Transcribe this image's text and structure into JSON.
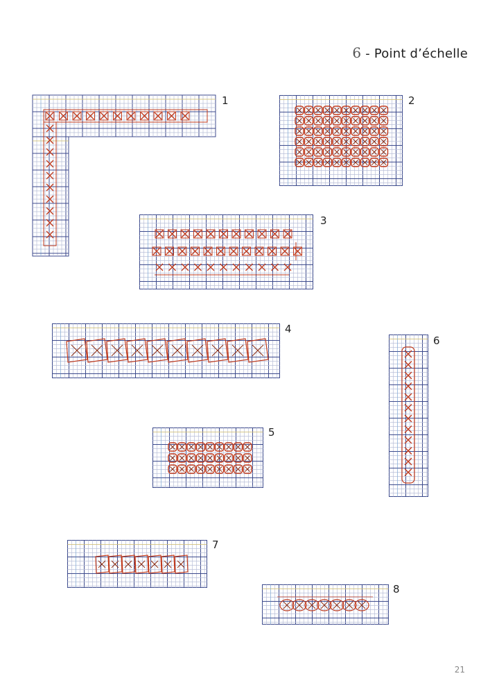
{
  "page": {
    "title_number": "6",
    "title_text": " - Point d’échelle",
    "page_number": "21",
    "colors": {
      "stitch": "#c0391b",
      "stitch_dark": "#8a2a10",
      "grid": "#3c4a8c",
      "grid_light": "#b9bfd8",
      "accent_yellow": "#e2c23a",
      "accent_blue": "#5aa3d8"
    }
  },
  "figures": [
    {
      "id": 1,
      "label": "1"
    },
    {
      "id": 2,
      "label": "2"
    },
    {
      "id": 3,
      "label": "3"
    },
    {
      "id": 4,
      "label": "4"
    },
    {
      "id": 5,
      "label": "5"
    },
    {
      "id": 6,
      "label": "6"
    },
    {
      "id": 7,
      "label": "7"
    },
    {
      "id": 8,
      "label": "8"
    }
  ]
}
